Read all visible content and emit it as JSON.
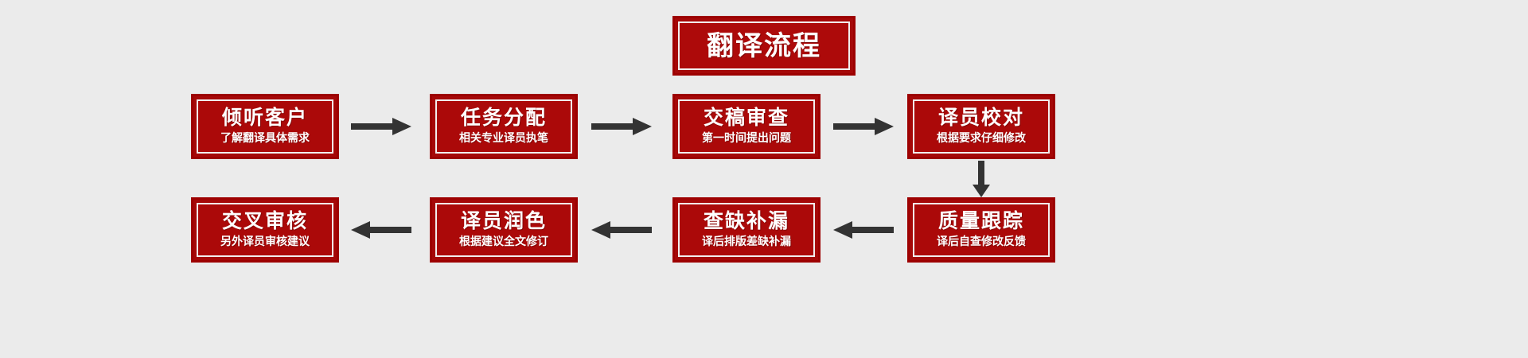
{
  "diagram": {
    "title": "翻译流程",
    "background_color": "#ebebeb",
    "box_fill_color": "#ab0909",
    "box_border_color": "#9d0000",
    "box_inner_ring_color": "#f2eeee",
    "text_color": "#ffffff",
    "arrow_color": "#333333",
    "row1": [
      {
        "title": "倾听客户",
        "subtitle": "了解翻译具体需求"
      },
      {
        "title": "任务分配",
        "subtitle": "相关专业译员执笔"
      },
      {
        "title": "交稿审查",
        "subtitle": "第一时间提出问题"
      },
      {
        "title": "译员校对",
        "subtitle": "根据要求仔细修改"
      }
    ],
    "row2": [
      {
        "title": "交叉审核",
        "subtitle": "另外译员审核建议"
      },
      {
        "title": "译员润色",
        "subtitle": "根据建议全文修订"
      },
      {
        "title": "查缺补漏",
        "subtitle": "译后排版差缺补漏"
      },
      {
        "title": "质量跟踪",
        "subtitle": "译后自查修改反馈"
      }
    ],
    "connectors": [
      {
        "name": "arrow-right-1",
        "direction": "right"
      },
      {
        "name": "arrow-right-2",
        "direction": "right"
      },
      {
        "name": "arrow-right-3",
        "direction": "right"
      },
      {
        "name": "arrow-down-1",
        "direction": "down"
      },
      {
        "name": "arrow-left-1",
        "direction": "left"
      },
      {
        "name": "arrow-left-2",
        "direction": "left"
      },
      {
        "name": "arrow-left-3",
        "direction": "left"
      }
    ]
  }
}
